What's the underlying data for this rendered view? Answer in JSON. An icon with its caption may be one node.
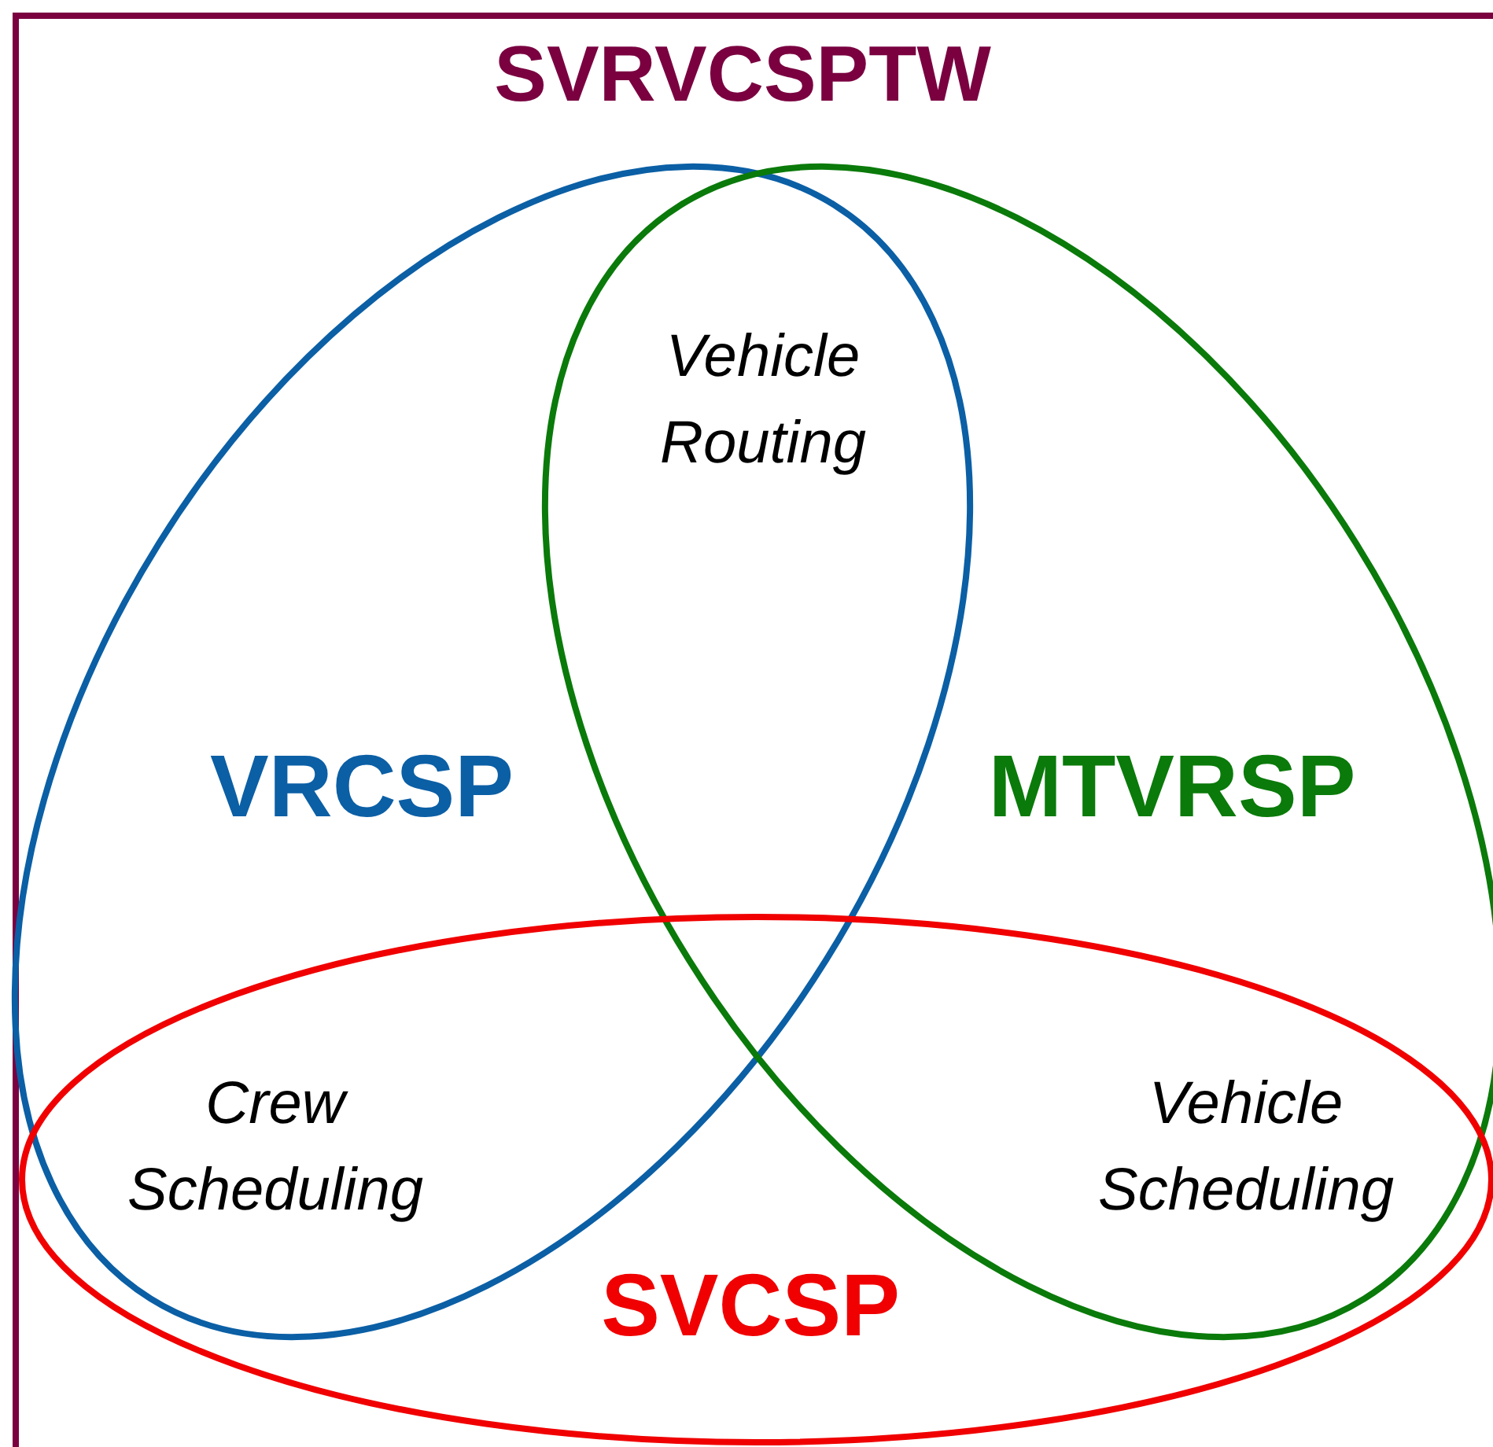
{
  "diagram": {
    "nodes": [
      {
        "text": [
          "SVRVCSPTW"
        ]
      },
      {
        "text": [
          "VRCSP"
        ],
        "in": 0
      },
      {
        "text": [
          "MTVRSP"
        ],
        "in": 0
      },
      {
        "text": [
          "SVCSP"
        ],
        "in": 0
      }
    ],
    "labels": [
      "Vehicle Routing",
      "Crew Scheduling",
      "Vehicle Scheduling"
    ]
  }
}
